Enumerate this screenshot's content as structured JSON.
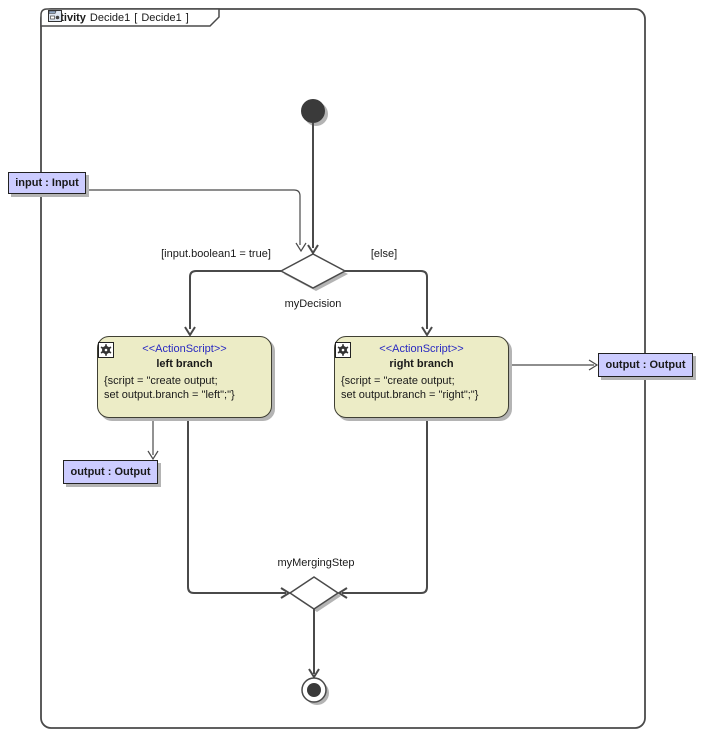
{
  "frame": {
    "keyword": "activity",
    "name": "Decide1",
    "bracket_open": "[",
    "diagram_name": "Decide1",
    "bracket_close": "]"
  },
  "nodes": {
    "decision": {
      "name": "myDecision"
    },
    "merge": {
      "name": "myMergingStep"
    },
    "left_action": {
      "stereotype": "<<ActionScript>>",
      "name": "left branch",
      "script_line1": "{script = \"create output;",
      "script_line2": "set output.branch = \"left\";\"}"
    },
    "right_action": {
      "stereotype": "<<ActionScript>>",
      "name": "right branch",
      "script_line1": "{script = \"create output;",
      "script_line2": "set output.branch = \"right\";\"}"
    }
  },
  "pins": {
    "input": "input : Input",
    "output_left": "output : Output",
    "output_right": "output : Output"
  },
  "guards": {
    "left": "[input.boolean1 = true]",
    "right": "[else]"
  },
  "colors": {
    "line": "#4a4a4a",
    "node": "#3a3a3a",
    "shadow": "#b4b4b4",
    "action": "#ececc6",
    "pin": "#ccccff",
    "stereo": "#2929c2"
  }
}
